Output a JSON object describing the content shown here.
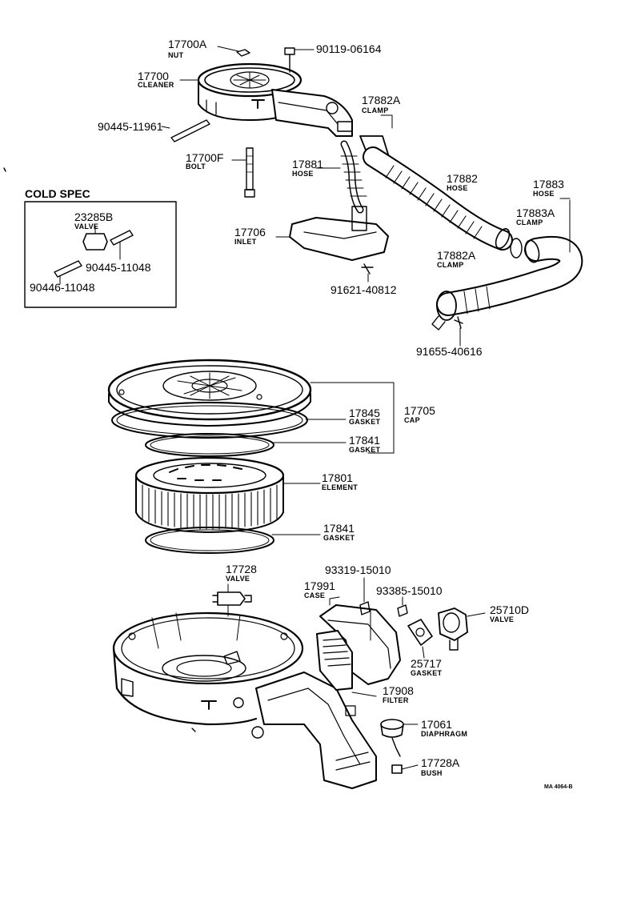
{
  "labels": {
    "l17700A": {
      "number": "17700A",
      "name": "NUT"
    },
    "l90119_06164": {
      "number": "90119-06164"
    },
    "l17700": {
      "number": "17700",
      "name": "CLEANER"
    },
    "l17882A_top": {
      "number": "17882A",
      "name": "CLAMP"
    },
    "l90445_11961": {
      "number": "90445-11961"
    },
    "l17700F": {
      "number": "17700F",
      "name": "BOLT"
    },
    "l17881": {
      "number": "17881",
      "name": "HOSE"
    },
    "l17882": {
      "number": "17882",
      "name": "HOSE"
    },
    "l17883": {
      "number": "17883",
      "name": "HOSE"
    },
    "l17883A": {
      "number": "17883A",
      "name": "CLAMP"
    },
    "l23285B": {
      "number": "23285B",
      "name": "VALVE"
    },
    "l90445_11048": {
      "number": "90445-11048"
    },
    "l90446_11048": {
      "number": "90446-11048"
    },
    "l17706": {
      "number": "17706",
      "name": "INLET"
    },
    "l17882A_bottom": {
      "number": "17882A",
      "name": "CLAMP"
    },
    "l91621_40812": {
      "number": "91621-40812"
    },
    "l91655_40616": {
      "number": "91655-40616"
    },
    "l17845": {
      "number": "17845",
      "name": "GASKET"
    },
    "l17705": {
      "number": "17705",
      "name": "CAP"
    },
    "l17841_upper": {
      "number": "17841",
      "name": "GASKET"
    },
    "l17801": {
      "number": "17801",
      "name": "ELEMENT"
    },
    "l17841_lower": {
      "number": "17841",
      "name": "GASKET"
    },
    "l17728": {
      "number": "17728",
      "name": "VALVE"
    },
    "l93319_15010": {
      "number": "93319-15010"
    },
    "l17991": {
      "number": "17991",
      "name": "CASE"
    },
    "l93385_15010": {
      "number": "93385-15010"
    },
    "l25710D": {
      "number": "25710D",
      "name": "VALVE"
    },
    "l25717": {
      "number": "25717",
      "name": "GASKET"
    },
    "l17908": {
      "number": "17908",
      "name": "FILTER"
    },
    "l17061": {
      "number": "17061",
      "name": "DIAPHRAGM"
    },
    "l17728A": {
      "number": "17728A",
      "name": "BUSH"
    }
  },
  "cold_spec_title": "COLD SPEC",
  "drawing_ref": "MA 4064-B"
}
